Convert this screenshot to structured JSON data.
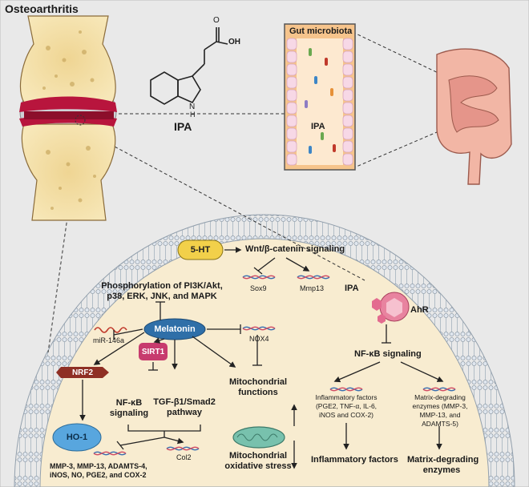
{
  "title": "Osteoarthritis",
  "top": {
    "ipa_label": "IPA",
    "molecule": {
      "oh": "OH",
      "o": "O",
      "nh": "N",
      "h": "H"
    },
    "gut_microbiota": "Gut microbiota",
    "gut_ipa": "IPA"
  },
  "cell": {
    "five_ht": "5-HT",
    "wnt": "Wnt/β-catenin signaling",
    "sox9": "Sox9",
    "mmp13": "Mmp13",
    "phospho_line1": "Phosphorylation of PI3K/Akt,",
    "phospho_line2": "p38, ERK, JNK, and MAPK",
    "melatonin": "Melatonin",
    "mir146a": "miR-146a",
    "nox4": "NOX4",
    "nrf2": "NRF2",
    "sirt1": "SIRT1",
    "ho1": "HO-1",
    "nfkb_left_line1": "NF-κB",
    "nfkb_left_line2": "signaling",
    "tgf_line1": "TGF-β1/Smad2",
    "tgf_line2": "pathway",
    "mito_functions_line1": "Mitochondrial",
    "mito_functions_line2": "functions",
    "mito_stress_line1": "Mitochondrial",
    "mito_stress_line2": "oxidative stress",
    "col2": "Col2",
    "bottom_list_line1": "MMP-3, MMP-13, ADAMTS-4,",
    "bottom_list_line2": "iNOS, NO, PGE2, and COX-2",
    "ipa": "IPA",
    "ahr": "AhR",
    "nfkb_right": "NF-κB signaling",
    "inflam_list_line1": "Inflammatory factors",
    "inflam_list_line2": "(PGE2, TNF-α, IL-6,",
    "inflam_list_line3": "iNOS and COX-2)",
    "matrix_list_line1": "Matrix-degrading",
    "matrix_list_line2": "enzymes (MMP-3,",
    "matrix_list_line3": "MMP-13, and",
    "matrix_list_line4": "ADAMTS-5)",
    "inflam_out": "Inflammatory factors",
    "matrix_out_line1": "Matrix-degrading",
    "matrix_out_line2": "enzymes"
  },
  "colors": {
    "background": "#e9e9e9",
    "cell_fill": "#f8ecd0",
    "bone": "#f3dfa9",
    "cartilage_red": "#b8153d",
    "melatonin": "#2f6fa8",
    "five_ht": "#f2d04a",
    "nrf2": "#8f2f24",
    "sirt1": "#c73b6e",
    "ho1": "#58a6de",
    "ipa_pink": "#e36b8f",
    "intestine": "#f2b6a5",
    "mito": "#78c1ad"
  }
}
